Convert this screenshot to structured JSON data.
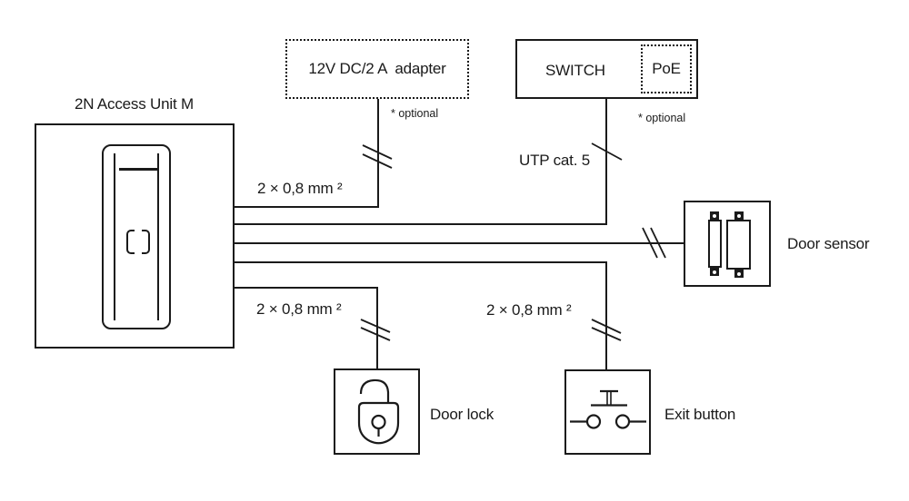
{
  "diagram": {
    "title": "2N Access Unit M wiring diagram",
    "colors": {
      "line": "#1a1a1a",
      "background": "#ffffff"
    }
  },
  "access_unit": {
    "label": "2N Access Unit M"
  },
  "adapter": {
    "label": "12V DC/2 A  adapter",
    "note": "* optional"
  },
  "switch": {
    "label": "SWITCH",
    "poe_label": "PoE",
    "note": "* optional"
  },
  "door_sensor": {
    "label": "Door sensor"
  },
  "door_lock": {
    "label": "Door lock"
  },
  "exit_button": {
    "label": "Exit button"
  },
  "cables": {
    "adapter": {
      "label": "2 × 0,8 mm ²"
    },
    "utp": {
      "label": "UTP cat. 5"
    },
    "door_lock": {
      "label": "2 × 0,8 mm ²"
    },
    "exit_button": {
      "label": "2 × 0,8 mm ²"
    }
  }
}
